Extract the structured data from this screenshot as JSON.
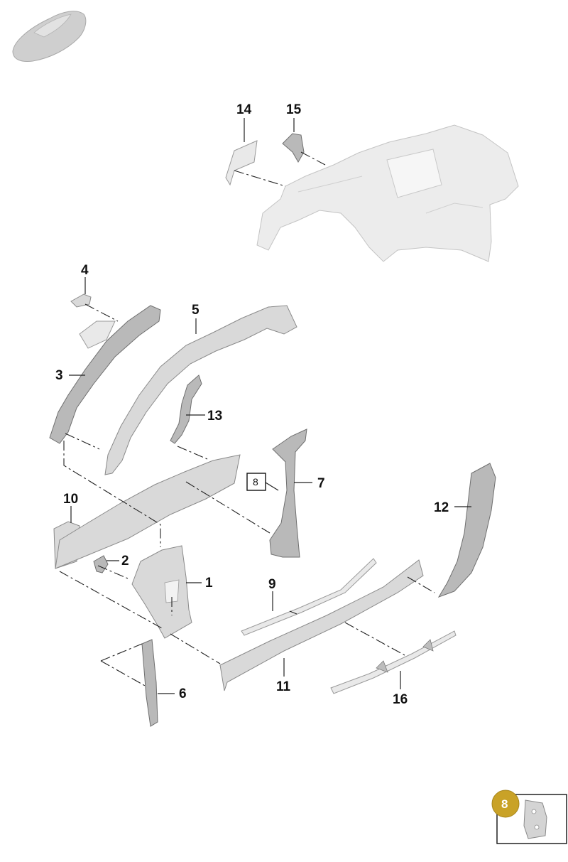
{
  "callouts": {
    "c1": "1",
    "c2": "2",
    "c3": "3",
    "c4": "4",
    "c5": "5",
    "c6": "6",
    "c7": "7",
    "c9": "9",
    "c10": "10",
    "c11": "11",
    "c12": "12",
    "c13": "13",
    "c14": "14",
    "c15": "15",
    "c16": "16"
  },
  "reference_box": {
    "label": "8"
  },
  "page_badge": {
    "number": "8",
    "color": "#c9a227"
  },
  "icons": {
    "vehicle_thumbnail": "car-silhouette-icon",
    "badge_part": "bracket-plate-icon"
  }
}
